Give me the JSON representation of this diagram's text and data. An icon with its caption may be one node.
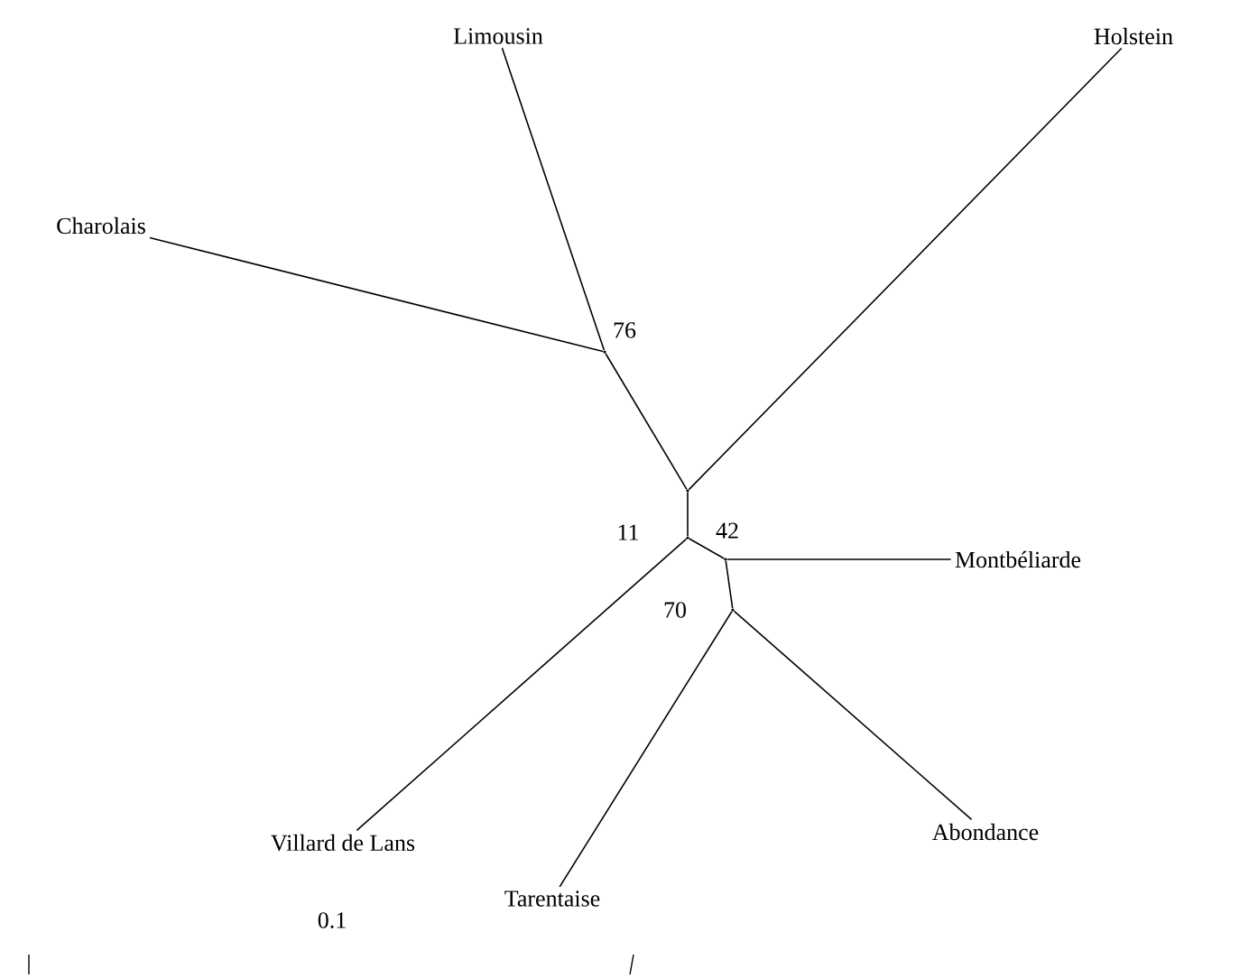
{
  "diagram": {
    "nodes": [
      {
        "text": [
          "Limousin"
        ]
      },
      {
        "text": [
          "Holstein"
        ]
      },
      {
        "text": [
          "Charolais"
        ]
      },
      {
        "text": [
          "Villard de Lans"
        ]
      },
      {
        "text": [
          "Montbéliarde"
        ]
      },
      {
        "text": [
          "Abondance"
        ]
      },
      {
        "text": [
          "Tarentaise"
        ]
      },
      {
        "text": [],
        "shape": "point",
        "beside": [
          "76"
        ]
      },
      {
        "text": [],
        "shape": "point"
      },
      {
        "text": [],
        "shape": "point",
        "beside": [
          "11"
        ]
      },
      {
        "text": [],
        "shape": "point",
        "beside": [
          "42"
        ]
      },
      {
        "text": [],
        "shape": "point",
        "beside": [
          "70"
        ]
      }
    ],
    "edges": [
      {
        "from": 7,
        "to": 0,
        "arrow": "none"
      },
      {
        "from": 7,
        "to": 2,
        "arrow": "none"
      },
      {
        "from": 8,
        "to": 7,
        "arrow": "none"
      },
      {
        "from": 8,
        "to": 1,
        "arrow": "none"
      },
      {
        "from": 8,
        "to": 9,
        "arrow": "none"
      },
      {
        "from": 9,
        "to": 3,
        "arrow": "none"
      },
      {
        "from": 9,
        "to": 10,
        "arrow": "none"
      },
      {
        "from": 10,
        "to": 4,
        "arrow": "none"
      },
      {
        "from": 10,
        "to": 11,
        "arrow": "none"
      },
      {
        "from": 11,
        "to": 5,
        "arrow": "none"
      },
      {
        "from": 11,
        "to": 6,
        "arrow": "none"
      }
    ],
    "labels": [
      "0.1"
    ]
  }
}
